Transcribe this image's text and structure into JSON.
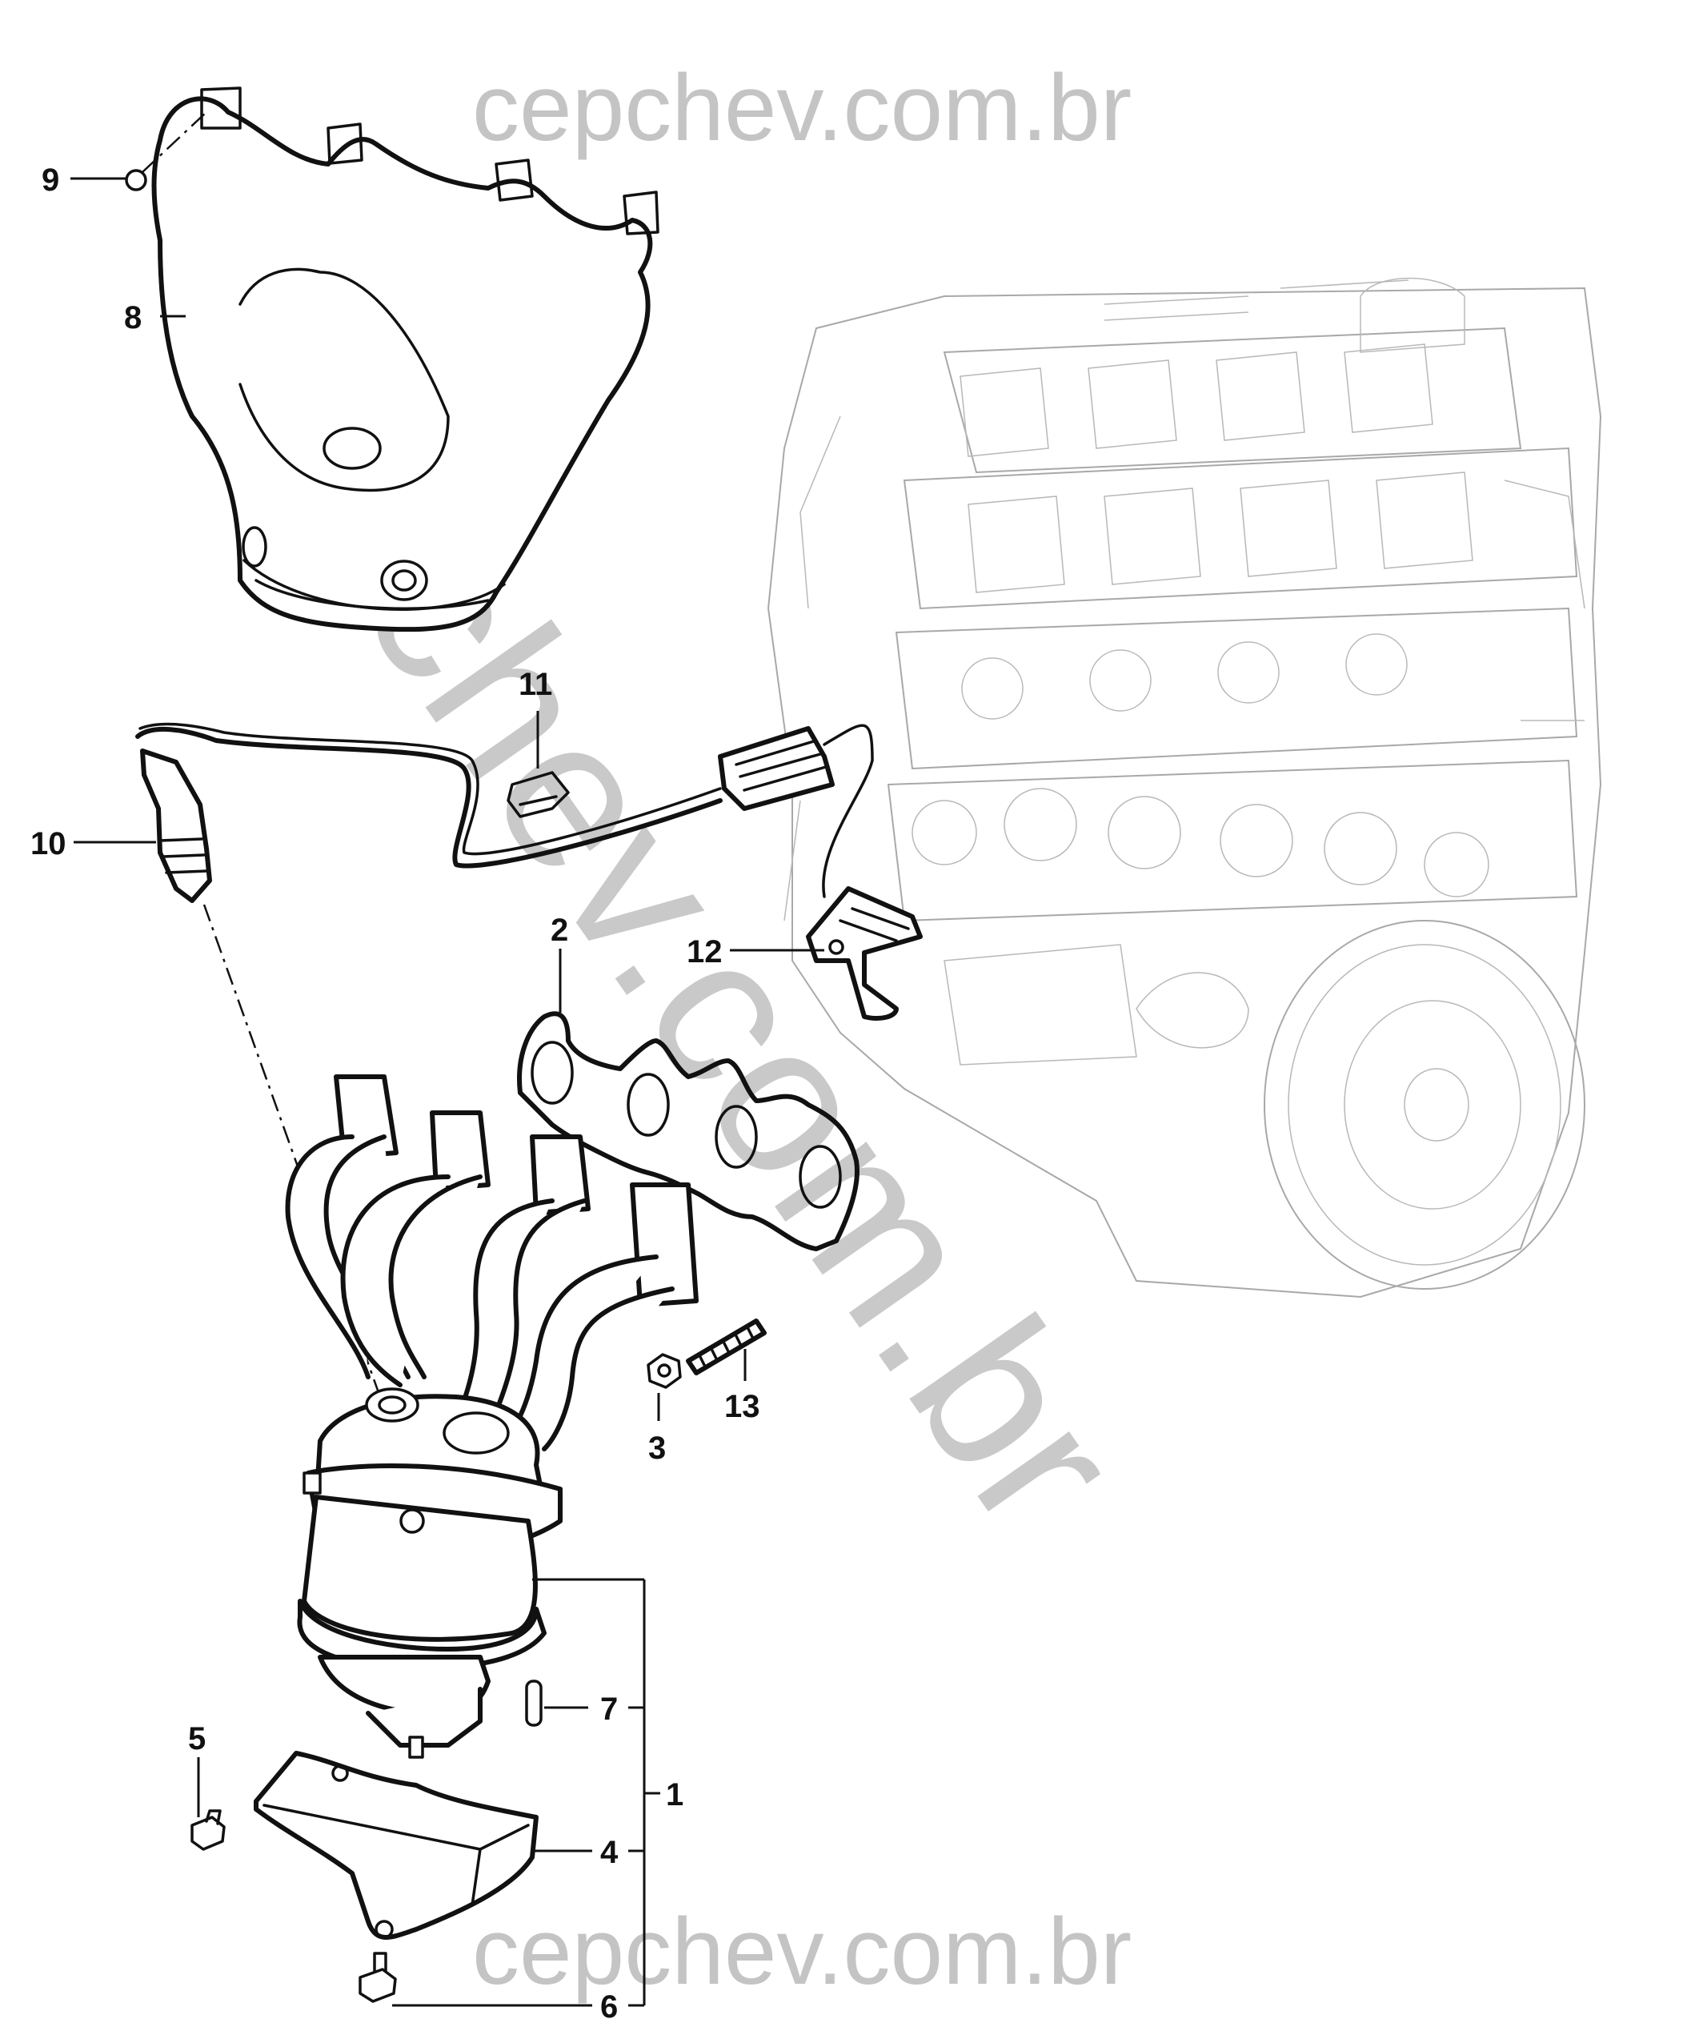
{
  "watermark": {
    "top_text": "cepchev.com.br",
    "bottom_text": "cepchev.com.br",
    "diagonal_text": "cepchev.com.br"
  },
  "callouts": {
    "c1": "1",
    "c2": "2",
    "c3": "3",
    "c4": "4",
    "c5": "5",
    "c6": "6",
    "c7": "7",
    "c8": "8",
    "c9": "9",
    "c10": "10",
    "c11": "11",
    "c12": "12",
    "c13": "13"
  },
  "colors": {
    "line": "#111111",
    "engine_background": "#a8a8a8",
    "watermark": "#c4c4c4"
  }
}
